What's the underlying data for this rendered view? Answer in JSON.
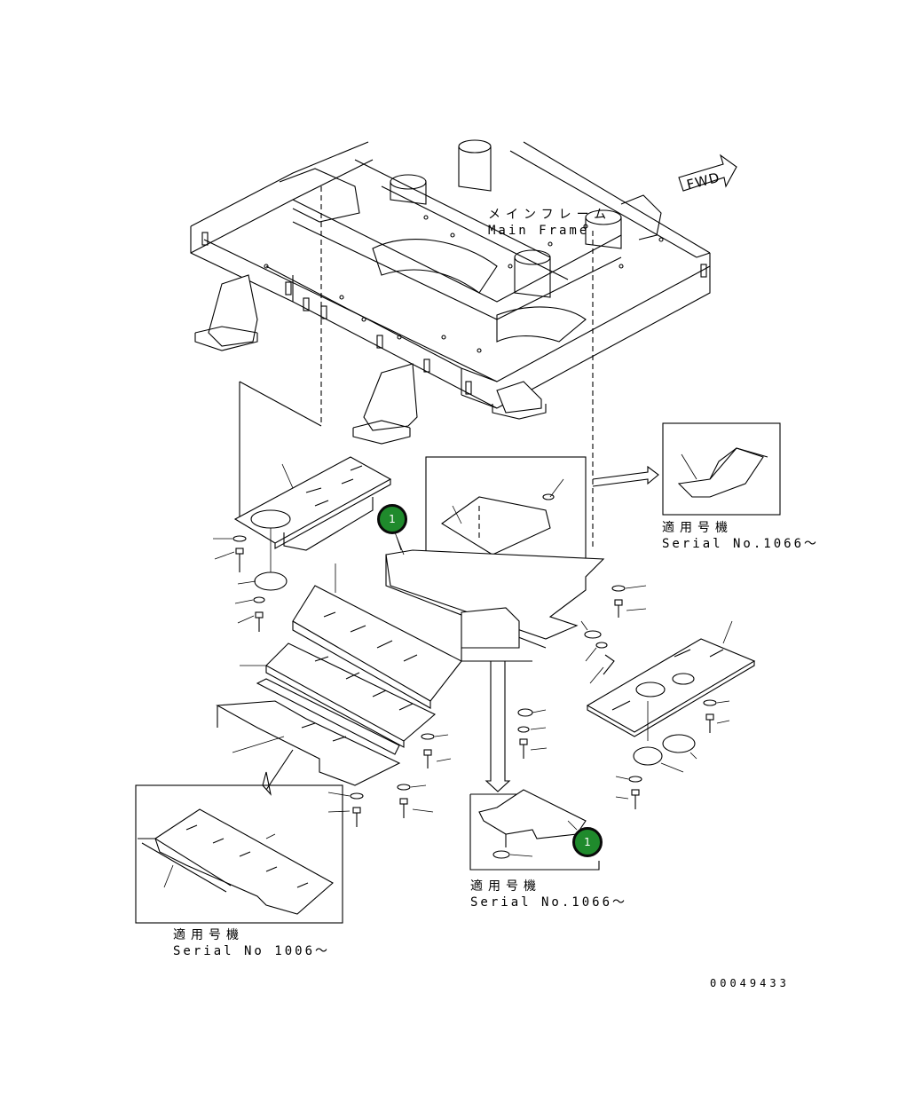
{
  "main_frame_label_jp": "メインフレーム",
  "main_frame_label_en": "Main Frame",
  "fwd_label": "FWD",
  "callouts": [
    "1",
    "1"
  ],
  "inset_right": {
    "label_jp": "適用号機",
    "serial": "Serial No.1066～"
  },
  "inset_center": {
    "label_jp": "適用号機",
    "serial": "Serial No.1066～"
  },
  "inset_left": {
    "label_jp": "適用号機",
    "serial": "Serial No 1006～"
  },
  "drawing_number": "00049433",
  "icons": [
    "forward-arrow-icon"
  ]
}
